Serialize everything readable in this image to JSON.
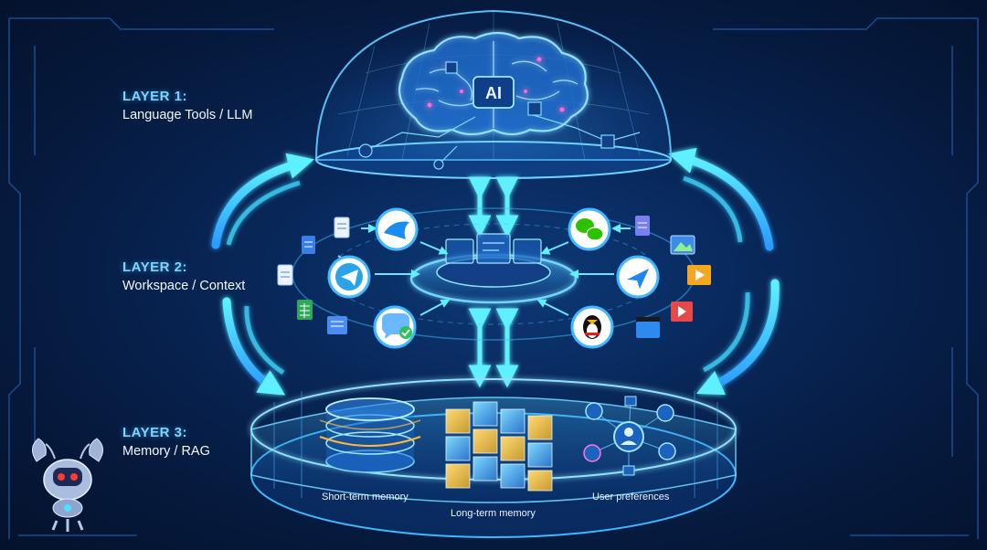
{
  "layers": [
    {
      "title": "LAYER 1:",
      "subtitle": "Language Tools / LLM"
    },
    {
      "title": "LAYER 2:",
      "subtitle": "Workspace / Context"
    },
    {
      "title": "LAYER 3:",
      "subtitle": "Memory / RAG"
    }
  ],
  "brain_label": "AI",
  "memory": {
    "short_term": "Short-term memory",
    "long_term": "Long-term memory",
    "preferences": "User preferences"
  },
  "left_apps": [
    "swift-bird-icon",
    "telegram-icon",
    "chat-check-icon"
  ],
  "right_apps": [
    "wechat-icon",
    "paper-plane-icon",
    "penguin-icon"
  ],
  "colors": {
    "accent": "#3fc8ff",
    "arrow": "#4fe0ff",
    "background": "#061a3e"
  }
}
